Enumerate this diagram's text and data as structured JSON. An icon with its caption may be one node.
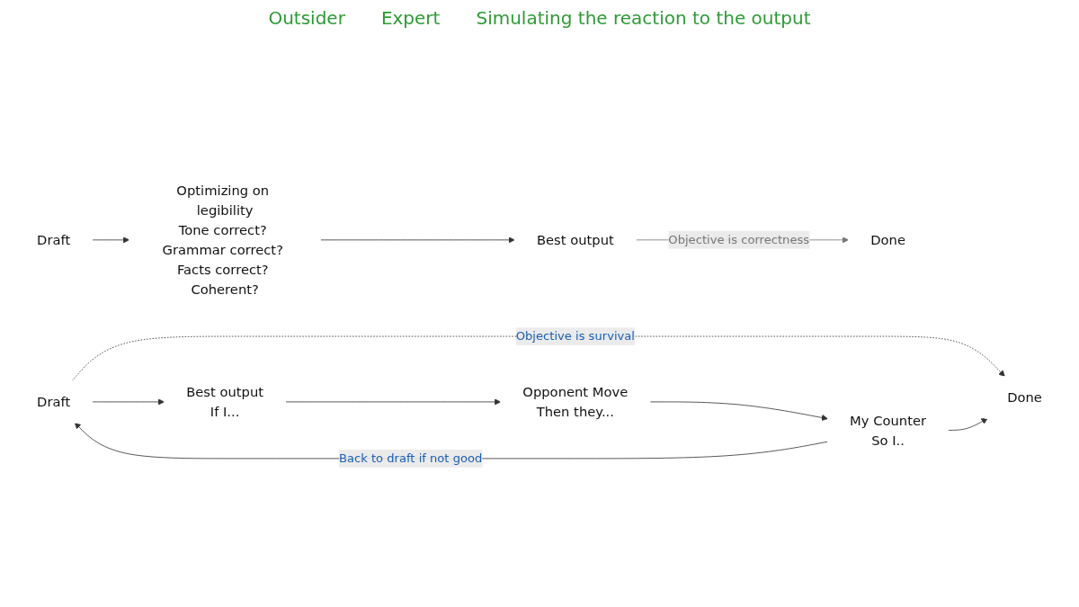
{
  "diagram": {
    "nodes": [
      {
        "text": [
          "Draft"
        ]
      },
      {
        "text": [
          "Optimizing on legibility",
          "Tone correct? Grammar correct? Facts correct? Coherent?"
        ]
      },
      {
        "text": [
          "Best output"
        ]
      },
      {
        "text": [
          "Done"
        ]
      },
      {
        "text": [
          "Draft"
        ]
      },
      {
        "text": [
          "Done"
        ]
      },
      {
        "text": [
          "Best output",
          "If I..."
        ]
      },
      {
        "text": [
          "Opponent Move",
          "Then they..."
        ]
      },
      {
        "text": [
          "My Counter",
          "So I.."
        ]
      }
    ],
    "edges": [
      {
        "from": 0,
        "to": 1,
        "arrow": "to"
      },
      {
        "from": 1,
        "to": 2,
        "arrow": "to"
      },
      {
        "from": 2,
        "to": 3,
        "arrow": "to",
        "label": "Objective is correctness",
        "color": "#777777"
      },
      {
        "from": 4,
        "to": 5,
        "arrow": "to",
        "label": "Objective is survival",
        "style": "dashed"
      },
      {
        "from": 4,
        "to": 6,
        "arrow": "to"
      },
      {
        "from": 6,
        "to": 7,
        "arrow": "to"
      },
      {
        "from": 7,
        "to": 8,
        "arrow": "to"
      },
      {
        "from": 8,
        "to": 5,
        "arrow": "to"
      },
      {
        "from": 8,
        "to": 4,
        "arrow": "to",
        "label": "Back to draft if not good"
      }
    ],
    "labels": [
      "Outsider",
      "Expert",
      "Simulating the reaction to the output"
    ]
  }
}
